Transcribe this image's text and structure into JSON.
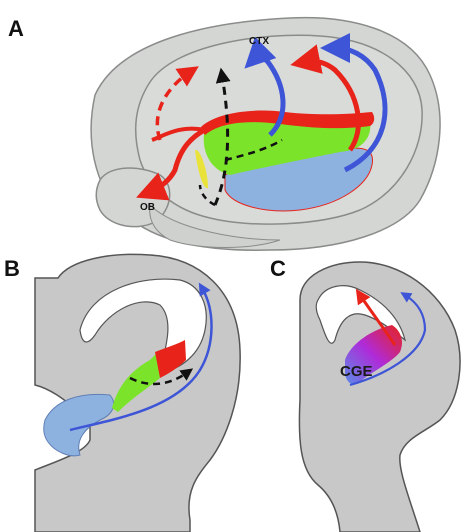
{
  "panels": {
    "a": {
      "letter": "A",
      "labels": {
        "ctx": "CTX",
        "ob": "OB"
      }
    },
    "b": {
      "letter": "B"
    },
    "c": {
      "letter": "C",
      "labels": {
        "cge": "CGE"
      }
    }
  },
  "colors": {
    "brain": "#d4d6d4",
    "brain_outline": "#8a8c8a",
    "section": "#c8c8c8",
    "section_outline": "#555555",
    "red": "#e8231a",
    "green": "#7be32a",
    "blue_region": "#8eb2e0",
    "blue_arrow": "#3d55d6",
    "yellow": "#e9e23a",
    "black_dashed": "#111111",
    "purple": "#b02ad8"
  }
}
